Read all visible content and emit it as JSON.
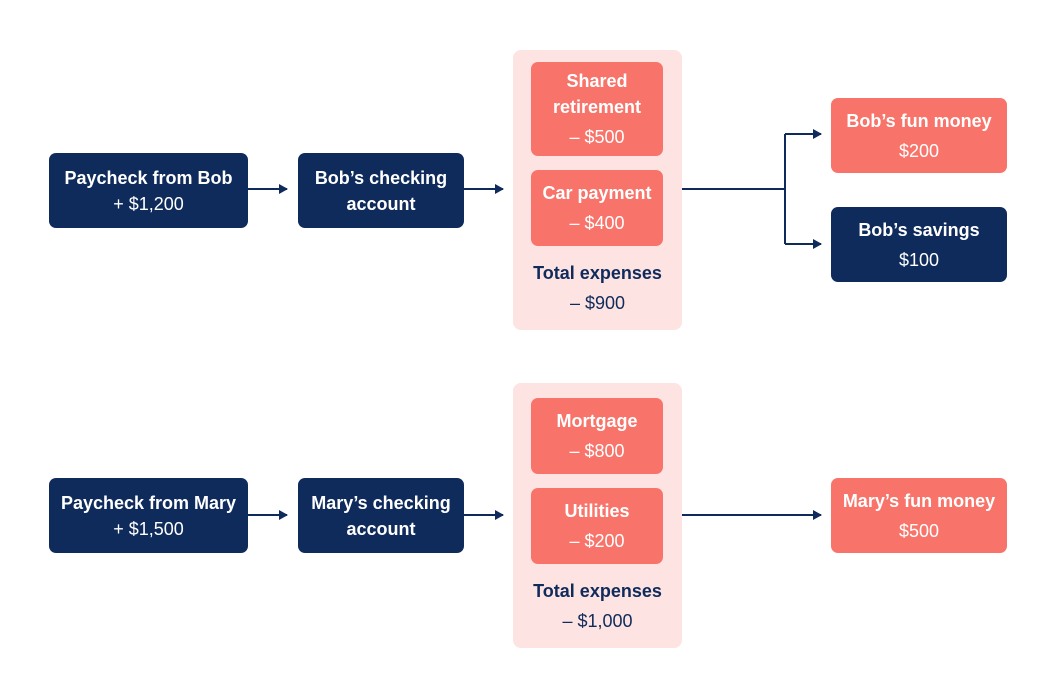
{
  "bob": {
    "paycheck": {
      "label": "Paycheck from Bob",
      "amount": "+ $1,200"
    },
    "checking": {
      "label_line1": "Bob’s checking",
      "label_line2": "account"
    },
    "expenses": {
      "items": [
        {
          "label_line1": "Shared",
          "label_line2": "retirement",
          "amount": "– $500"
        },
        {
          "label": "Car payment",
          "amount": "– $400"
        }
      ],
      "total_label": "Total expenses",
      "total_amount": "– $900"
    },
    "fun_money": {
      "label": "Bob’s fun money",
      "amount": "$200"
    },
    "savings": {
      "label": "Bob’s savings",
      "amount": "$100"
    }
  },
  "mary": {
    "paycheck": {
      "label": "Paycheck from Mary",
      "amount": "+ $1,500"
    },
    "checking": {
      "label_line1": "Mary’s checking",
      "label_line2": "account"
    },
    "expenses": {
      "items": [
        {
          "label": "Mortgage",
          "amount": "– $800"
        },
        {
          "label": "Utilities",
          "amount": "– $200"
        }
      ],
      "total_label": "Total expenses",
      "total_amount": "– $1,000"
    },
    "fun_money": {
      "label": "Mary’s fun money",
      "amount": "$500"
    }
  },
  "colors": {
    "navy": "#0f2b5c",
    "coral": "#f8746a",
    "expense_group_bg": "#fde3e1",
    "arrow": "#0f2b5c"
  }
}
